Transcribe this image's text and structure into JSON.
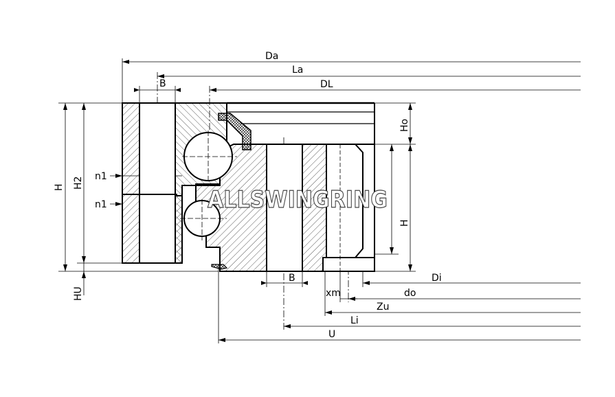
{
  "drawing": {
    "watermark": "ALLSWINGRING",
    "labels": {
      "Da": "Da",
      "La": "La",
      "DL": "DL",
      "B_top": "B",
      "B_bottom": "B",
      "Ho": "Ho",
      "H_right": "H",
      "H_left": "H",
      "H2": "H2",
      "n1_upper": "n1",
      "n1_lower": "n1",
      "HU": "HU",
      "Di": "Di",
      "do": "do",
      "xm": "xm",
      "Zu": "Zu",
      "Li": "Li",
      "U": "U"
    }
  }
}
